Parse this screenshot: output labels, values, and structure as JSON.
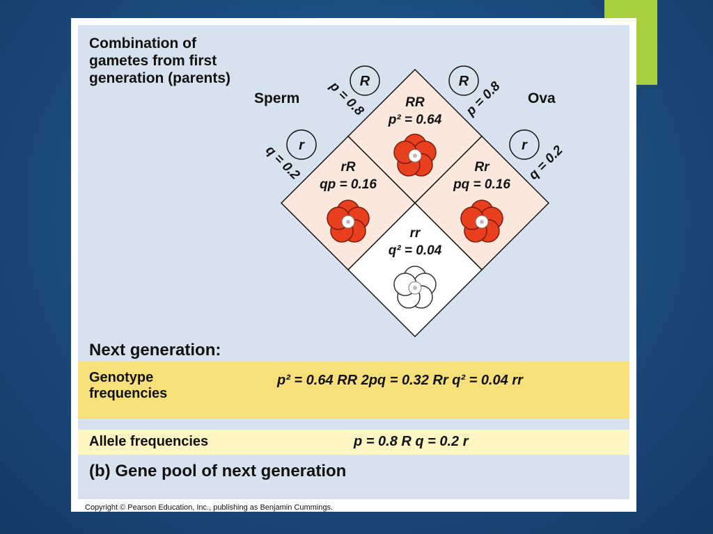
{
  "figure": {
    "intro": "Combination of gametes from first generation (parents)",
    "sperm_label": "Sperm",
    "ova_label": "Ova",
    "sperm_alleles": [
      {
        "allele": "R",
        "freq": "p = 0.8"
      },
      {
        "allele": "r",
        "freq": "q = 0.2"
      }
    ],
    "ova_alleles": [
      {
        "allele": "R",
        "freq": "p = 0.8"
      },
      {
        "allele": "r",
        "freq": "q = 0.2"
      }
    ],
    "cells": [
      {
        "genotype": "RR",
        "expr": "p² = 0.64",
        "flower": "red"
      },
      {
        "genotype": "rR",
        "expr": "qp = 0.16",
        "flower": "red"
      },
      {
        "genotype": "Rr",
        "expr": "pq = 0.16",
        "flower": "red"
      },
      {
        "genotype": "rr",
        "expr": "q² = 0.04",
        "flower": "white"
      }
    ],
    "next_generation_heading": "Next generation:",
    "genotype_label": "Genotype frequencies",
    "genotype_values": "p² = 0.64 RR   2pq = 0.32 Rr   q² = 0.04 rr",
    "allele_label": "Allele frequencies",
    "allele_values": "p = 0.8 R      q = 0.2 r",
    "caption": "(b) Gene pool of next generation",
    "copyright": "Copyright © Pearson Education, Inc., publishing as Benjamin Cummings."
  },
  "colors": {
    "background": "#1d4f82",
    "accent_tab": "#a8cf3e",
    "figure_bg": "#d6e3ee",
    "cell_peach": "#fbe8dc",
    "cell_white": "#ffffff",
    "genotype_band": "#f7e07a",
    "allele_band": "#fdf6c2",
    "flower_red": "#e8401e"
  }
}
